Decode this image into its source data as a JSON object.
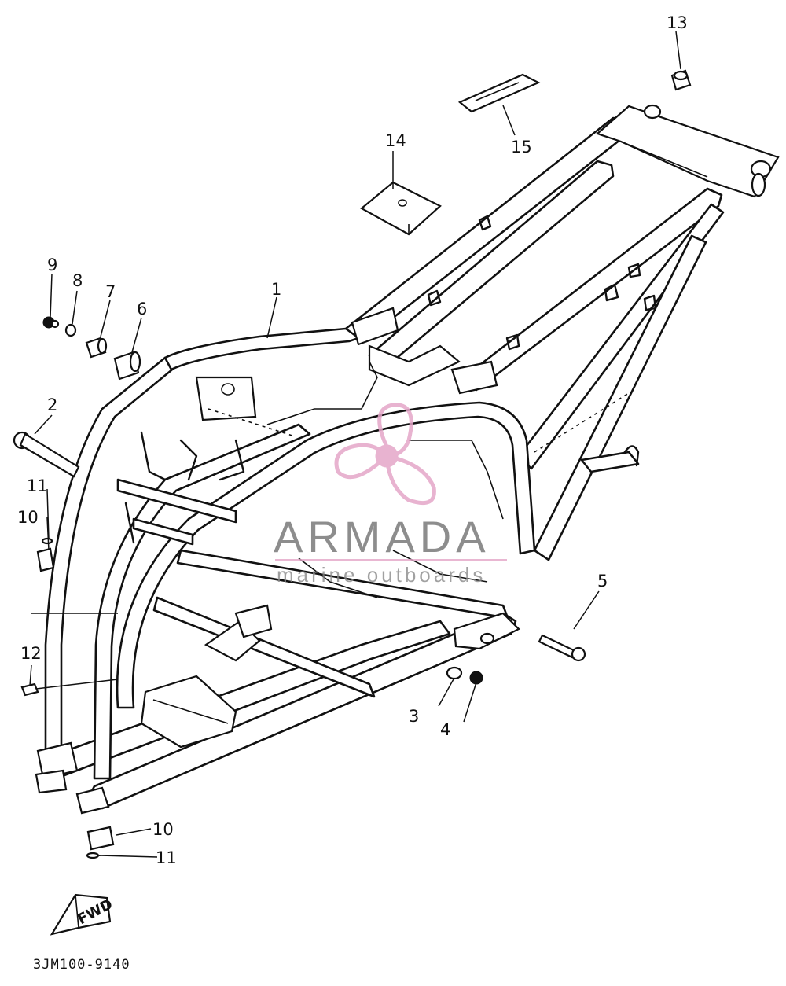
{
  "diagram": {
    "callouts": {
      "c1": "1",
      "c2": "2",
      "c3": "3",
      "c4": "4",
      "c5": "5",
      "c6": "6",
      "c7": "7",
      "c8": "8",
      "c9": "9",
      "c10_top": "10",
      "c10_bottom": "10",
      "c11_top": "11",
      "c11_bottom": "11",
      "c12": "12",
      "c13": "13",
      "c14": "14",
      "c15": "15"
    },
    "direction_label": "FWD",
    "diagram_code": "3JM100-9140"
  },
  "watermark": {
    "brand": "ARMADA",
    "tagline": "marine outboards",
    "logo_color": "#e4a6c8",
    "text_color": "#7a7a7a"
  }
}
